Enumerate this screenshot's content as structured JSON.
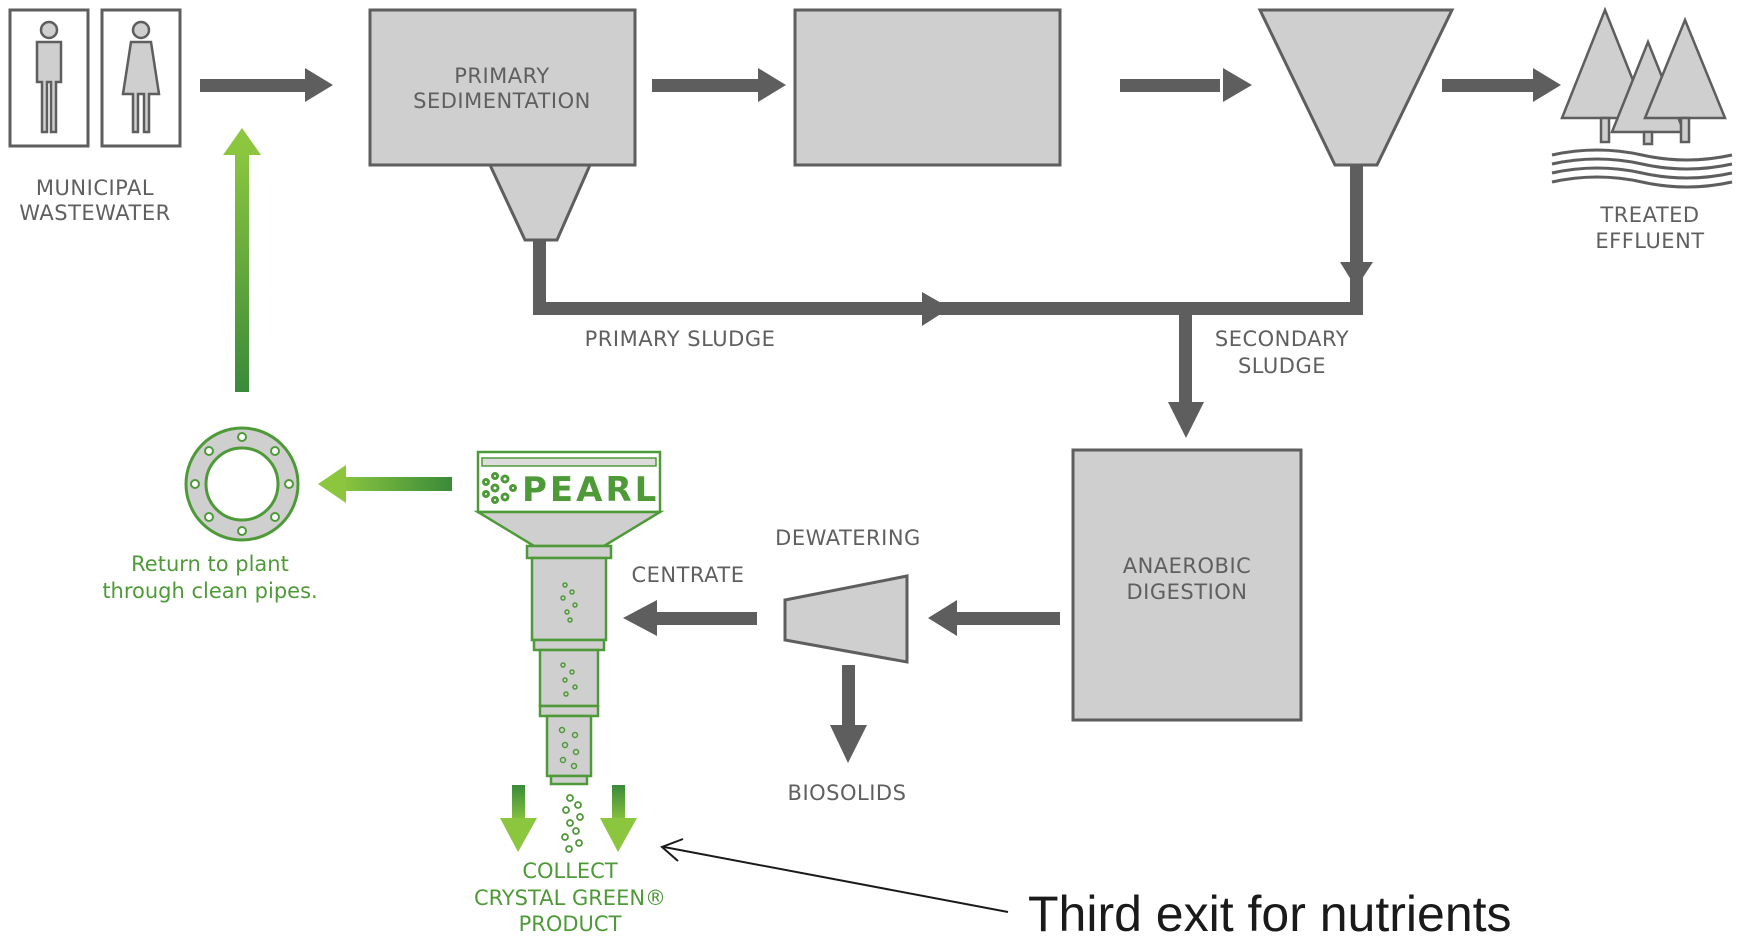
{
  "labels": {
    "municipal_1": "MUNICIPAL",
    "municipal_2": "WASTEWATER",
    "primary_sed_1": "PRIMARY",
    "primary_sed_2": "SEDIMENTATION",
    "treated_1": "TREATED",
    "treated_2": "EFFLUENT",
    "primary_sludge": "PRIMARY SLUDGE",
    "secondary_sludge_1": "SECONDARY",
    "secondary_sludge_2": "SLUDGE",
    "anaerobic_1": "ANAEROBIC",
    "anaerobic_2": "DIGESTION",
    "dewatering": "DEWATERING",
    "centrate": "CENTRATE",
    "biosolids": "BIOSOLIDS",
    "return_1": "Return to plant",
    "return_2": "through clean pipes.",
    "pearl": "PEARL",
    "collect_1": "COLLECT",
    "collect_2": "CRYSTAL GREEN®",
    "collect_3": "PRODUCT",
    "annotation": "Third exit for nutrients"
  },
  "colors": {
    "flow": "#5e5e5e",
    "box_fill": "#cfcfcf",
    "box_stroke": "#5e5e5e",
    "green_dark": "#3e8e3a",
    "green_light": "#8cc63f",
    "green_text": "#4f9a38"
  },
  "icons": [
    "man-icon",
    "woman-icon",
    "trees-icon",
    "water-waves-icon",
    "pipe-flange-icon",
    "pearl-reactor-icon",
    "crystal-pellets-icon"
  ]
}
